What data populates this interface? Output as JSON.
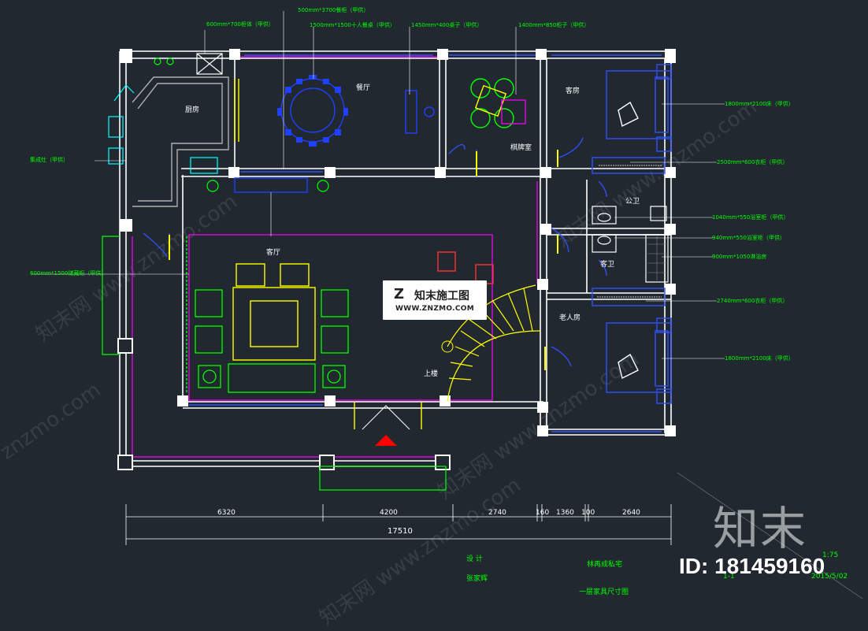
{
  "rooms": {
    "kitchen": "厨房",
    "dining": "餐厅",
    "mahjong": "棋牌室",
    "bedroom": "客房",
    "bath1": "公卫",
    "bath2": "客卫",
    "living": "客厅",
    "elder": "老人房",
    "stair_up": "上楼"
  },
  "callouts": {
    "top1": "600mm*700柜体（甲供）",
    "top2": "500mm*3700餐柜（甲供）",
    "top3": "1500mm*1500十人餐桌（甲供）",
    "top4": "1450mm*400桌子（甲供）",
    "top5": "1400mm*850柜子（甲供）",
    "left1": "集成灶（甲供）",
    "left2": "600mm*1500储藏柜（甲供）",
    "right1": "1800mm*2100床（甲供）",
    "right2": "2500mm*600衣柜（甲供）",
    "right3": "1040mm*550浴室柜（甲供）",
    "right4": "940mm*550浴室柜（甲供）",
    "right5": "900mm*1050淋浴房",
    "right6": "2740mm*600衣柜（甲供）",
    "right7": "1800mm*2100床（甲供）"
  },
  "dimensions": {
    "seg": [
      "6320",
      "4200",
      "2740",
      "160",
      "1360",
      "100",
      "2640"
    ],
    "total": "17510"
  },
  "titleblock": {
    "designer_label": "设 计",
    "designer": "张家辉",
    "project": "林再成私宅",
    "drawing": "一层家具尺寸图",
    "scale": "1:75",
    "num": "1-1",
    "date": "2015/5/02"
  },
  "logo": {
    "mark": "Z",
    "cn": "知末施工图",
    "url": "WWW.ZNZMO.COM"
  },
  "brand": {
    "big": "知末",
    "id": "ID: 181459160",
    "watermark1": "知末网 www.znzmo.com",
    "watermark2": "znzmo.com"
  },
  "colors": {
    "bg": "#212830",
    "wall": "#ffffff",
    "furniture": "#00ffff",
    "green": "#00ff00",
    "yellow": "#ffff00",
    "magenta": "#ff00ff",
    "blue": "#2040ff",
    "red": "#ff0000"
  }
}
